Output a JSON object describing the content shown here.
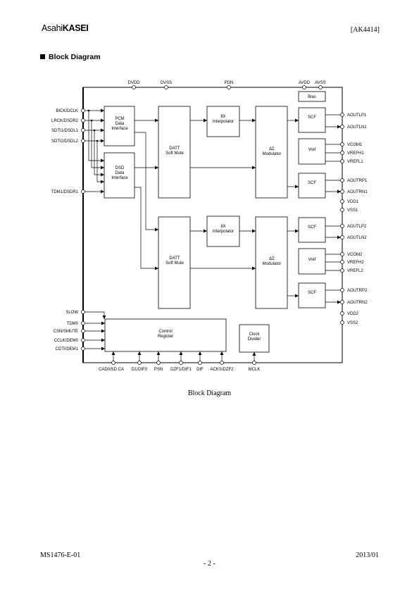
{
  "header": {
    "logo_asahi": "Asahi",
    "logo_kasei": "KASEI",
    "doc_id": "[AK4414]"
  },
  "section_title": "Block Diagram",
  "diagram": {
    "top_pins": [
      "DVDD",
      "DVSS",
      "PDN",
      "AVDD",
      "AVSS"
    ],
    "bottom_pins": [
      "CAD0/SD CA",
      "D1/DIF0",
      "PSN",
      "DZF1/DIF1",
      "DIF",
      "ACKS/DZF2",
      "MCLK"
    ],
    "left_pins": [
      "BICK/DCLK",
      "LRCK/DSDR2",
      "SDTI1/DSDL1",
      "SDTI2/DSDL2",
      "TDM1/DSDR1",
      "SLOW",
      "TDM0",
      "CSN/SMUTE",
      "CCLK/DEM0",
      "CDTI/DEM1"
    ],
    "right_pins": [
      "AOUTLP1",
      "AOUTLN1",
      "VCOM1",
      "VREFH1",
      "VREFL1",
      "AOUTRP1",
      "AOUTRN1",
      "VDD1",
      "VSS1",
      "AOUTLP2",
      "AOUTLN2",
      "VCOM2",
      "VREFH2",
      "VREFL2",
      "AOUTRP2",
      "AOUTRN2",
      "VDD2",
      "VSS2"
    ],
    "blocks": {
      "bias": "Bias",
      "pcm": [
        "PCM",
        "Data",
        "Interface"
      ],
      "dsd": [
        "DSD",
        "Data",
        "Interface"
      ],
      "datt": [
        "DATT",
        "Soft Mute"
      ],
      "interp": [
        "8X",
        "Interpolator"
      ],
      "mod": [
        "ΔΣ",
        "Modulator"
      ],
      "scf": "SCF",
      "vref": "Vref",
      "control": [
        "Control",
        "Register"
      ],
      "clock": [
        "Clock",
        "Divider"
      ]
    }
  },
  "caption": "Block Diagram",
  "footer": {
    "doc_code": "MS1476-E-01",
    "page": "- 2 -",
    "date": "2013/01"
  }
}
